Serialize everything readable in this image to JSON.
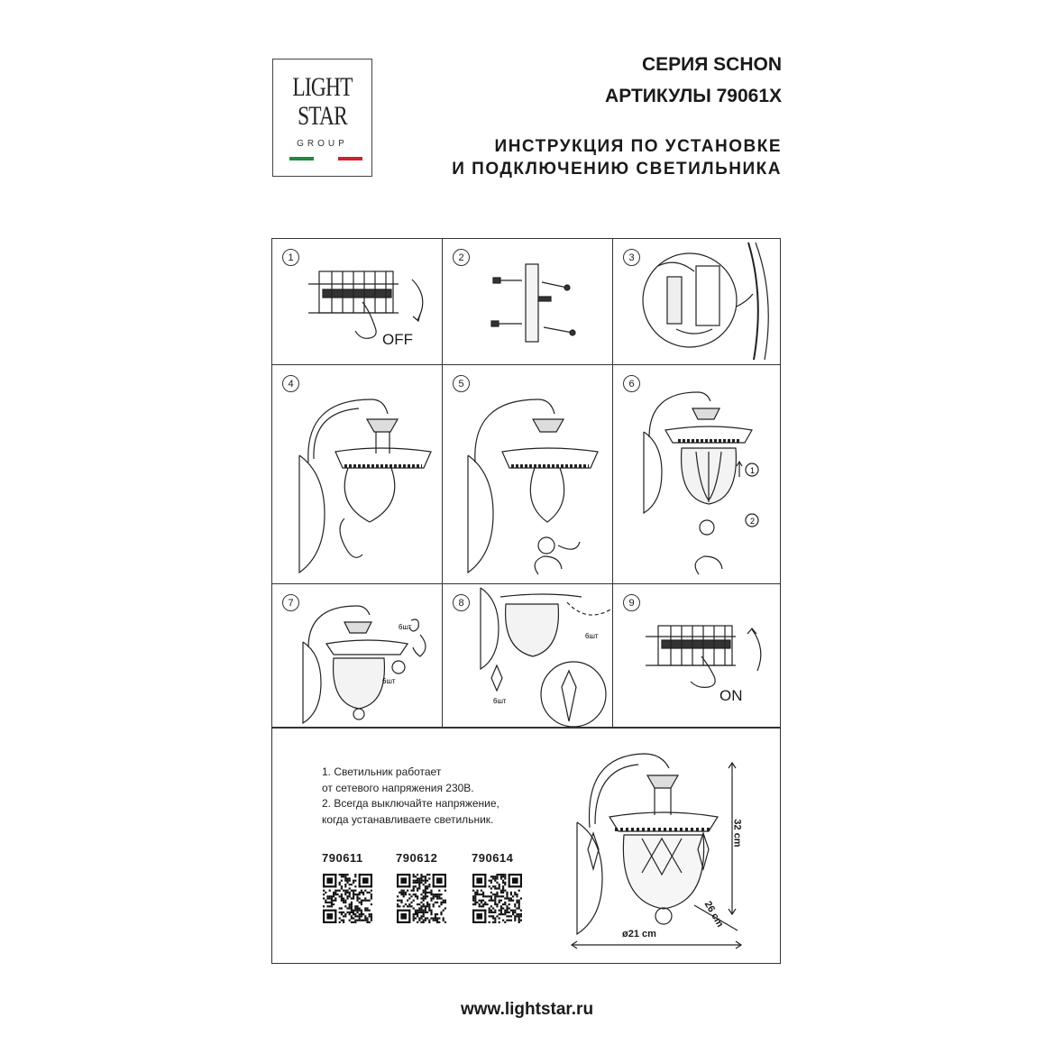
{
  "logo": {
    "line1": "LIGHT",
    "line2": "STAR",
    "line3": "GROUP",
    "flag_colors": [
      "#1e8a3e",
      "#ffffff",
      "#d0202c"
    ]
  },
  "header": {
    "series": "СЕРИЯ SCHON",
    "articles": "АРТИКУЛЫ 79061X",
    "instruction_line1": "ИНСТРУКЦИЯ ПО УСТАНОВКЕ",
    "instruction_line2": "И ПОДКЛЮЧЕНИЮ СВЕТИЛЬНИКА"
  },
  "steps": [
    {
      "num": "1",
      "label": "OFF",
      "icon": "circuit-breaker-off"
    },
    {
      "num": "2",
      "label": "",
      "icon": "mounting-plate-screws"
    },
    {
      "num": "3",
      "label": "",
      "icon": "wiring-terminal"
    },
    {
      "num": "4",
      "label": "",
      "icon": "fixture-mounting"
    },
    {
      "num": "5",
      "label": "",
      "icon": "bulb-install"
    },
    {
      "num": "6",
      "label": "",
      "icon": "glass-shade-install"
    },
    {
      "num": "7",
      "label": "",
      "icon": "crystal-hook"
    },
    {
      "num": "8",
      "label": "",
      "icon": "crystal-chain"
    },
    {
      "num": "9",
      "label": "ON",
      "icon": "circuit-breaker-on"
    }
  ],
  "step7": {
    "count1": "6шт",
    "count2": "6шт"
  },
  "step8": {
    "count1": "6шт",
    "count2": "6шт"
  },
  "notes": [
    "1. Светильник работает",
    "от сетевого напряжения 230В.",
    "2. Всегда выключайте напряжение,",
    "когда устанавливаете светильник."
  ],
  "codes": [
    "790611",
    "790612",
    "790614"
  ],
  "dimensions": {
    "height": "32 cm",
    "depth": "26 cm",
    "diameter": "ø21 cm"
  },
  "website": "www.lightstar.ru"
}
